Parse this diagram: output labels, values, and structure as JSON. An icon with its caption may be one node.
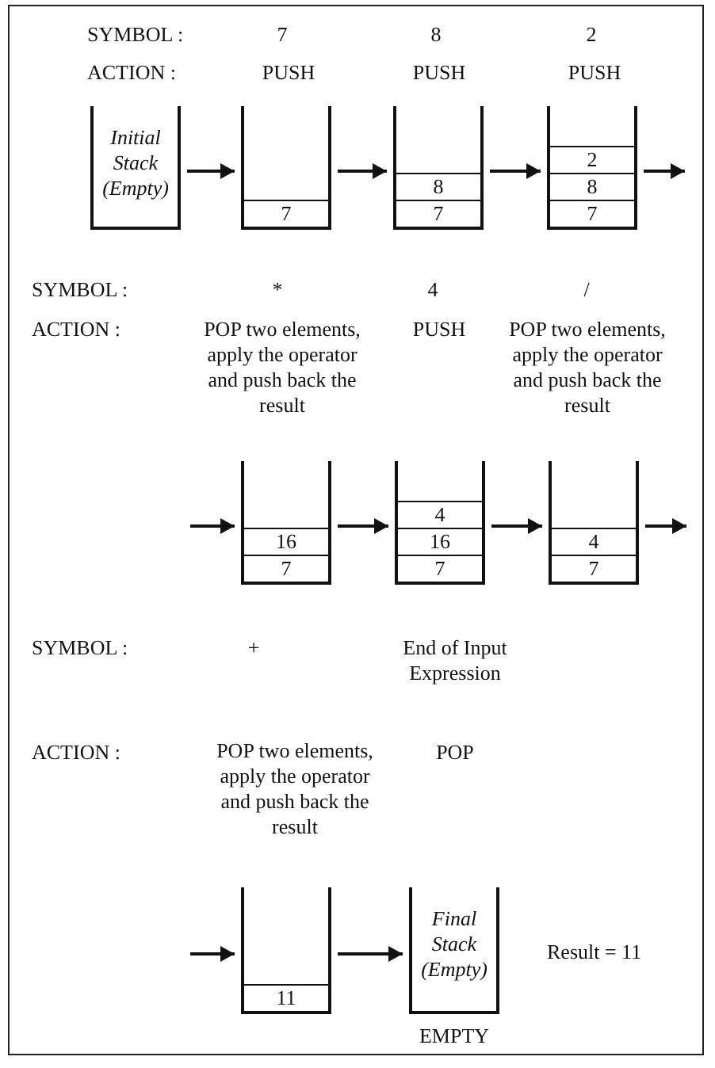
{
  "diagram": {
    "nodes": [
      {
        "text": [
          "Initial Stack (Empty)"
        ]
      },
      {
        "text": [],
        "shape": "box"
      },
      {
        "text": [
          "7"
        ],
        "in": 1
      },
      {
        "text": [],
        "shape": "box"
      },
      {
        "text": [
          "8"
        ],
        "in": 3
      },
      {
        "text": [
          "7"
        ],
        "in": 3
      },
      {
        "text": [],
        "shape": "box"
      },
      {
        "text": [
          "2"
        ],
        "in": 6
      },
      {
        "text": [
          "8"
        ],
        "in": 6
      },
      {
        "text": [
          "7"
        ],
        "in": 6
      },
      {
        "text": [],
        "shape": "box"
      },
      {
        "text": [
          "16"
        ],
        "in": 10
      },
      {
        "text": [
          "7"
        ],
        "in": 10
      },
      {
        "text": [],
        "shape": "box"
      },
      {
        "text": [
          "4"
        ],
        "in": 13
      },
      {
        "text": [
          "16"
        ],
        "in": 13
      },
      {
        "text": [
          "7"
        ],
        "in": 13
      },
      {
        "text": [],
        "shape": "box"
      },
      {
        "text": [
          "4"
        ],
        "in": 17
      },
      {
        "text": [
          "7"
        ],
        "in": 17
      },
      {
        "text": [],
        "shape": "box"
      },
      {
        "text": [
          "11"
        ],
        "in": 20
      },
      {
        "text": [
          "Final Stack (Empty)"
        ],
        "beside": [
          "EMPTY"
        ]
      }
    ],
    "edges": [
      {
        "from": 0,
        "to": 1,
        "arrow": "to"
      },
      {
        "from": 1,
        "to": 3,
        "arrow": "to"
      },
      {
        "from": 3,
        "to": 6,
        "arrow": "to"
      },
      {
        "from": 6,
        "to": null,
        "arrow": "to"
      },
      {
        "from": null,
        "to": 10,
        "arrow": "to"
      },
      {
        "from": 10,
        "to": 13,
        "arrow": "to"
      },
      {
        "from": 13,
        "to": 17,
        "arrow": "to"
      },
      {
        "from": 17,
        "to": null,
        "arrow": "to"
      },
      {
        "from": null,
        "to": 20,
        "arrow": "to"
      },
      {
        "from": 20,
        "to": 22,
        "arrow": "to"
      }
    ],
    "labels": [
      "SYMBOL :",
      "7",
      "8",
      "2",
      "ACTION :",
      "PUSH",
      "PUSH",
      "PUSH",
      "SYMBOL :",
      "*",
      "4",
      "/",
      "ACTION :",
      "POP two elements, apply the operator and push back the result",
      "PUSH",
      "POP two elements, apply the operator  and push back the result",
      "SYMBOL :",
      "+",
      "End of Input Expression",
      "ACTION :",
      "POP two elements, apply the operator and push back the result",
      "POP",
      "Result = 11"
    ]
  }
}
